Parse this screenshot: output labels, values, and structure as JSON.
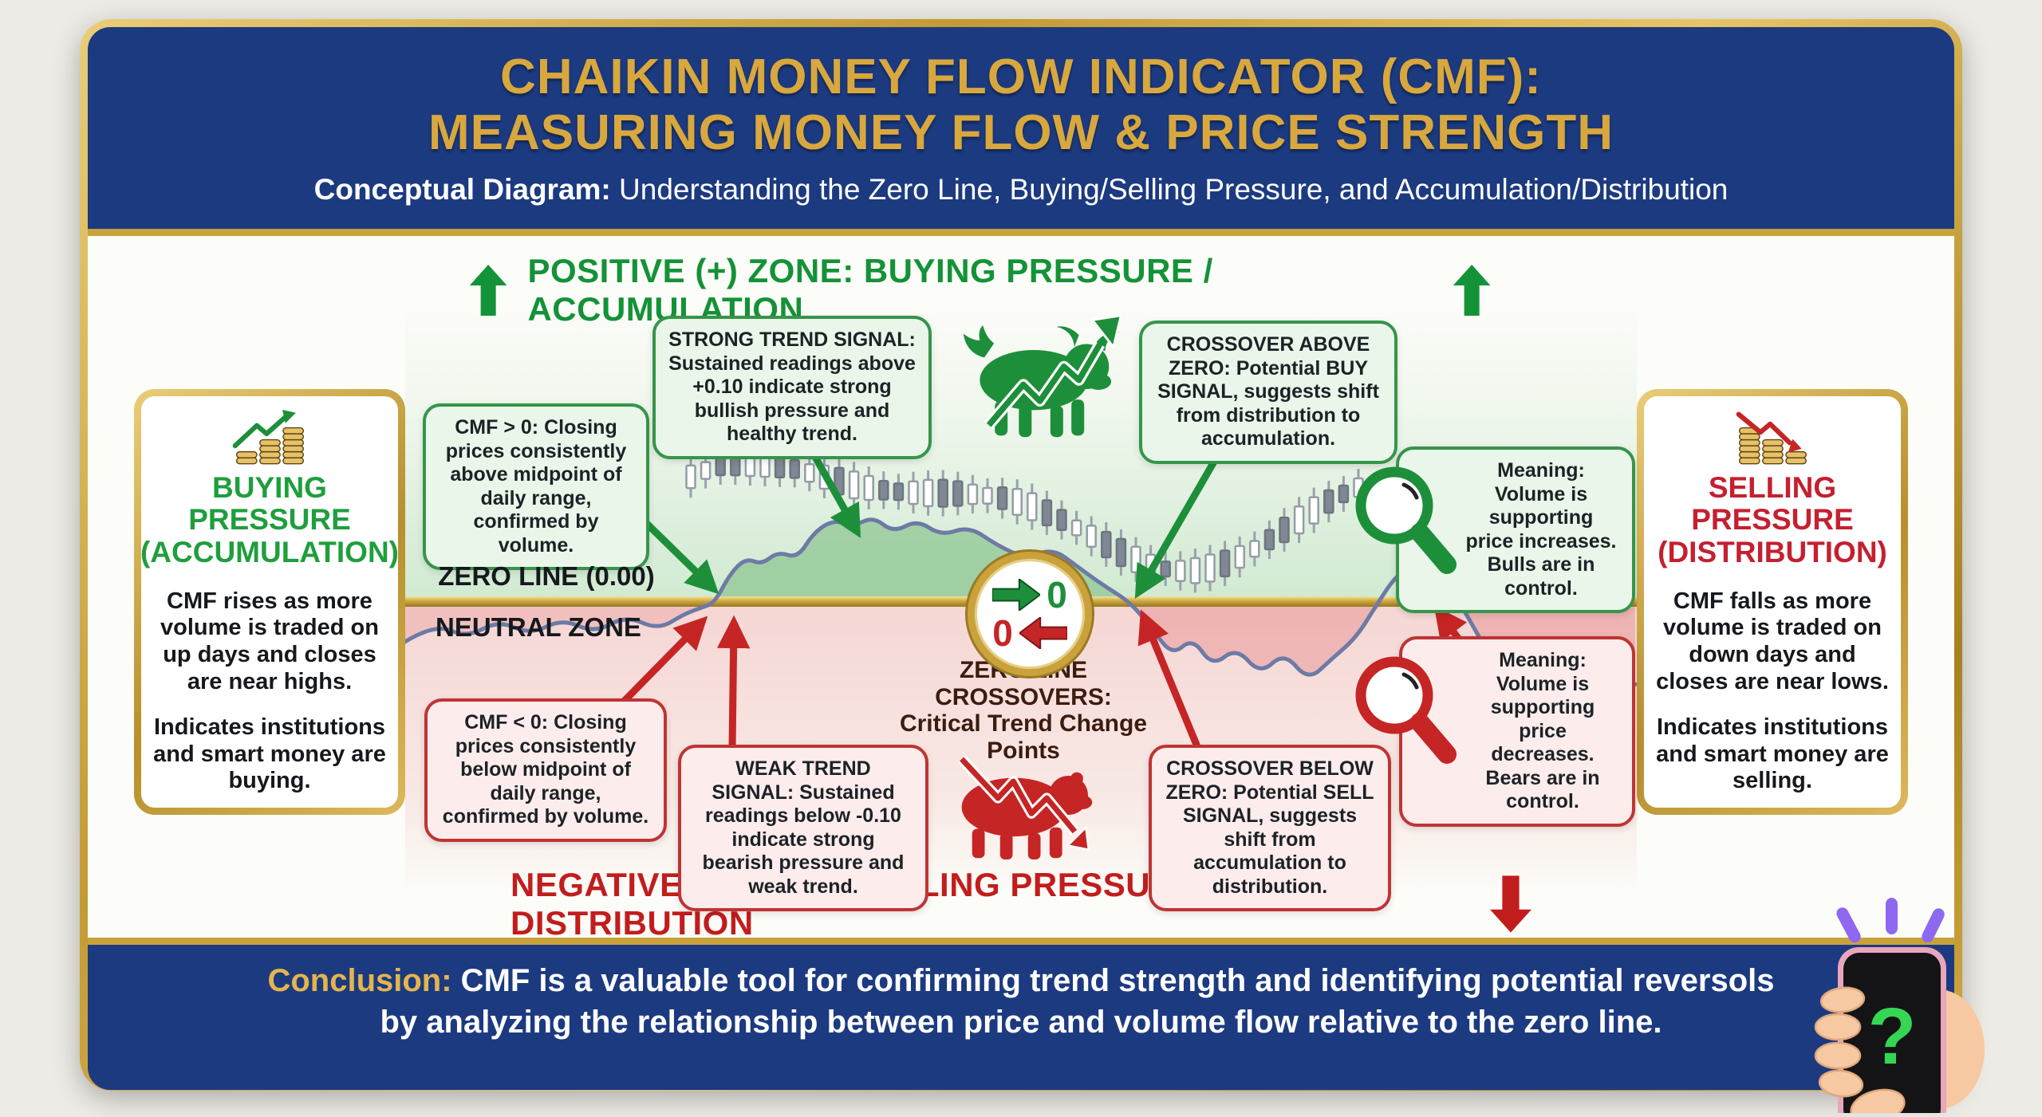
{
  "header": {
    "title_line1": "CHAIKIN MONEY FLOW INDICATOR (CMF):",
    "title_line2": "MEASURING MONEY FLOW & PRICE STRENGTH",
    "subtitle_label": "Conceptual Diagram:",
    "subtitle_text": " Understanding the Zero Line, Buying/Selling Pressure, and Accumulation/Distribution"
  },
  "zones": {
    "positive_heading": "POSITIVE (+) ZONE: BUYING PRESSURE / ACCUMULATION",
    "negative_heading": "NEGATIVE (-) ZONE: SELLING PRESSURE / DISTRIBUTION"
  },
  "left_panel": {
    "title_line1": "BUYING PRESSURE",
    "title_line2": "(ACCUMULATION)",
    "body1": "CMF rises as more volume is traded on up days and closes are near highs.",
    "body2": "Indicates institutions and smart money are buying."
  },
  "right_panel": {
    "title_line1": "SELLING PRESSURE",
    "title_line2": "(DISTRIBUTION)",
    "body1": "CMF falls as more volume is traded on down days and closes are near lows.",
    "body2": "Indicates institutions and smart money are selling."
  },
  "callouts": {
    "cmf_above": "CMF > 0: Closing prices consistently above midpoint of daily range, confirmed by volume.",
    "strong_trend": "STRONG TREND SIGNAL: Sustained readings above +0.10 indicate strong bullish pressure and healthy trend.",
    "crossover_above": "CROSSOVER ABOVE ZERO: Potential BUY SIGNAL, suggests shift from distribution to accumulation.",
    "meaning_bulls": "Meaning: Volume is supporting price increases. Bulls are in control.",
    "cmf_below": "CMF < 0: Closing prices consistently below midpoint of daily range, confirmed by volume.",
    "weak_trend": "WEAK TREND SIGNAL: Sustained readings below -0.10 indicate strong bearish pressure and weak trend.",
    "crossover_below": "CROSSOVER BELOW ZERO: Potential SELL SIGNAL, suggests shift from accumulation to distribution.",
    "meaning_bears": "Meaning: Volume is supporting price decreases. Bears are in control."
  },
  "chart": {
    "zero_line_label": "ZERO LINE (0.00)",
    "neutral_zone_label": "NEUTRAL ZONE",
    "crossover_caption_line1": "ZERO LINE CROSSOVERS:",
    "crossover_caption_line2": "Critical Trend Change Points",
    "crossover_zero_up": "0",
    "crossover_zero_down": "0"
  },
  "footer": {
    "conclusion_label": "Conclusion:",
    "conclusion_text": " CMF is a valuable tool for confirming trend strength and identifying potential reversols by analyzing the relationship between price and volume flow relative to the zero line."
  },
  "phone": {
    "screen_glyph": "?"
  },
  "colors": {
    "header_blue": "#1c3a80",
    "gold": "#c9a23c",
    "title_gold": "#d8a83e",
    "green": "#1d8f3a",
    "red": "#c62525",
    "cmf_line": "#6d7aa6",
    "cmf_fill_positive": "#7dbd82",
    "cmf_fill_negative": "#e58a8a",
    "zone_green_text": "#149238",
    "zone_red_text": "#c21d1d",
    "caption_maroon": "#3c1c10",
    "phone_green": "#35d653",
    "ray_purple": "#8e68f0"
  }
}
